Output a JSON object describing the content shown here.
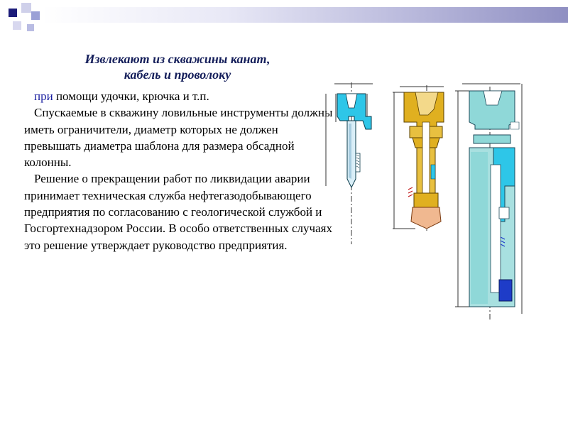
{
  "slide": {
    "title_line1": "Извлекают из скважины канат,",
    "title_line2": "кабель и проволоку",
    "para1_lead": "при",
    "para1_rest": " помощи удочки, крючка и т.п.",
    "para2": "Спускаемые в скважину ловильные инструменты должны иметь ограничители, диаметр которых не должен превышать диаметра шаблона для размера обсадной колонны.",
    "para3": "Решение о прекращении работ по ликвидации аварии принимает техническая служба нефтегазодобывающего предприятия по согласованию с геологической службой и Госгортехнадзором России. В особо ответственных случаях это решение утверждает руководство предприятия."
  },
  "colors": {
    "accent": "#1a1fa0",
    "title": "#141e5a",
    "drawing_cyan": "#2ec6e8",
    "drawing_gold": "#e0b020",
    "drawing_teal": "#8fd8d8",
    "drawing_blue": "#1e3cc8"
  }
}
